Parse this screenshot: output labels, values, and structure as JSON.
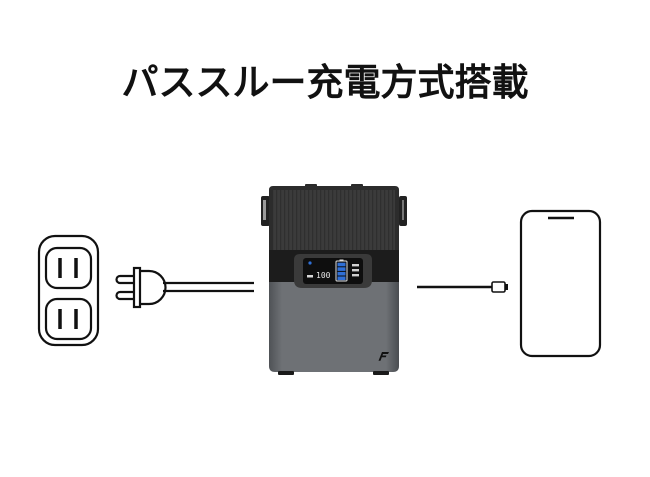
{
  "title": "パススルー充電方式搭載",
  "illustration": {
    "left_item": "wall-outlet",
    "connector_left": "ac-plug",
    "center_item": "portable-power-station",
    "connector_right": "usb-cable",
    "right_item": "smartphone",
    "display": {
      "readout": "100",
      "battery_bars": 4
    },
    "colors": {
      "device_top": "#3a3a3a",
      "device_band": "#1e1e1e",
      "device_bottom": "#6d7074",
      "battery_blue": "#2f6fd6",
      "line": "#111111"
    }
  }
}
